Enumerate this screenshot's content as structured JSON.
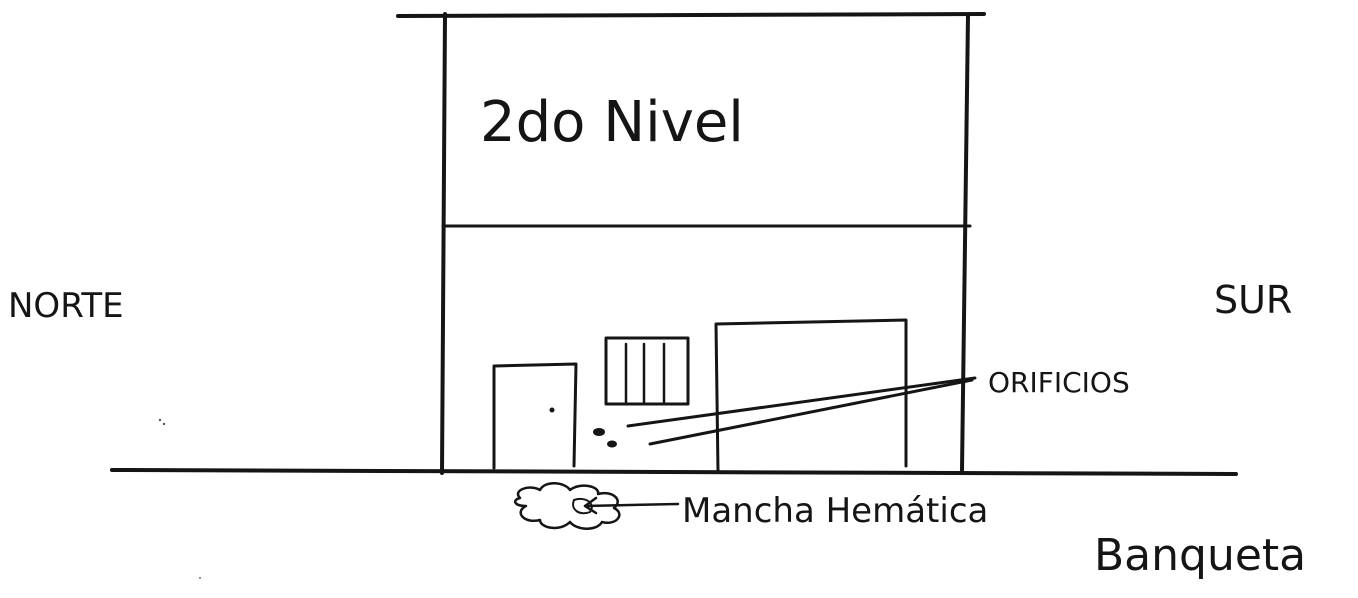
{
  "labels": {
    "upper_floor": "2do Nivel",
    "north": "NORTE",
    "south": "SUR",
    "holes": "ORIFICIOS",
    "blood_stain": "Mancha Hemática",
    "sidewalk": "Banqueta"
  },
  "colors": {
    "ink": "#151515",
    "paper": "#ffffff"
  }
}
